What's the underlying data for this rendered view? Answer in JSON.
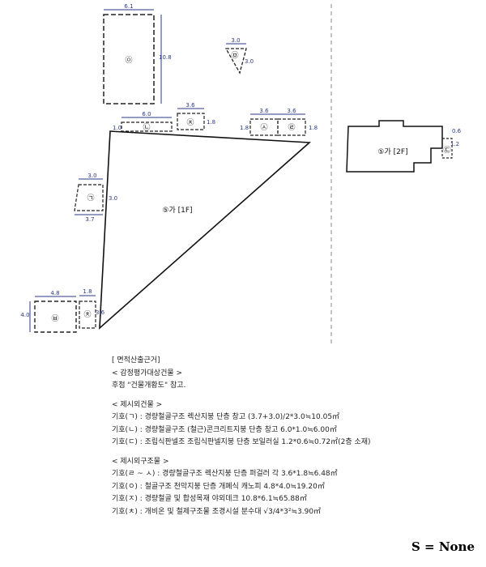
{
  "buildings": {
    "ja": "㉧",
    "hoe": "㉤",
    "ga": "㉠",
    "ka": "㉩",
    "ta": "㉨",
    "pa": "㉦",
    "ha": "㉥",
    "main_1f": "⑤가 [1F]",
    "main_2f": "⑤가 [2F]",
    "sm_na": "㉡",
    "sm_da": "㉢",
    "sm_la": "㉣"
  },
  "dimensions": {
    "ja_w": "6.1",
    "ja_h": "10.8",
    "hoe_w": "3.0",
    "hoe_d": "3.0",
    "ta_w": "3.6",
    "ta_d": "1.8",
    "pa_w1": "3.6",
    "pa_w2": "3.6",
    "pa_d1": "1.8",
    "pa_d2": "1.8",
    "na_w": "6.0",
    "na_d": "1.0",
    "ga_w": "3.0",
    "ga_h": "3.0",
    "ga_base": "3.7",
    "ha_w": "4.8",
    "ha_h": "4.0",
    "la_w": "1.8",
    "la_h": "3.6",
    "f2_w": "0.6",
    "f2_h": "1.2"
  },
  "notes": {
    "heading": "[ 면적산출근거]",
    "sec1": "< 감정평가대상건물 >",
    "sec1_line": "후첨 \"건물개황도\" 참고.",
    "sec2": "< 제시외건물 >",
    "l1": "기호(ㄱ) : 경량철골구조 렉산지붕 단층 창고 (3.7+3.0)/2*3.0≒10.05㎡",
    "l2": "기호(ㄴ) : 경량철골구조 (철근)콘크리트지붕 단층 창고 6.0*1.0≒6.00㎡",
    "l3": "기호(ㄷ) : 조립식판넬조 조립식판넬지붕 단층 보일러실 1.2*0.6≒0.72㎡(2층 소재)",
    "sec3": "< 제시외구조물 >",
    "l4": "기호(ㄹ ~ ㅅ) : 경량철골구조 렉산지붕 단층 퍼걸러 각 3.6*1.8≒6.48㎡",
    "l5": "기호(ㅇ) : 철골구조 천막지붕 단층 개폐식 캐노피 4.8*4.0≒19.20㎡",
    "l6": "기호(ㅈ) : 경량철골 및 합성목재 야외데크 10.8*6.1≒65.88㎡",
    "l7": "기호(ㅊ) : 개비온 및 철제구조물 조경시설 분수대 √3/4*3²≒3.90㎡"
  },
  "scale": "S = None"
}
